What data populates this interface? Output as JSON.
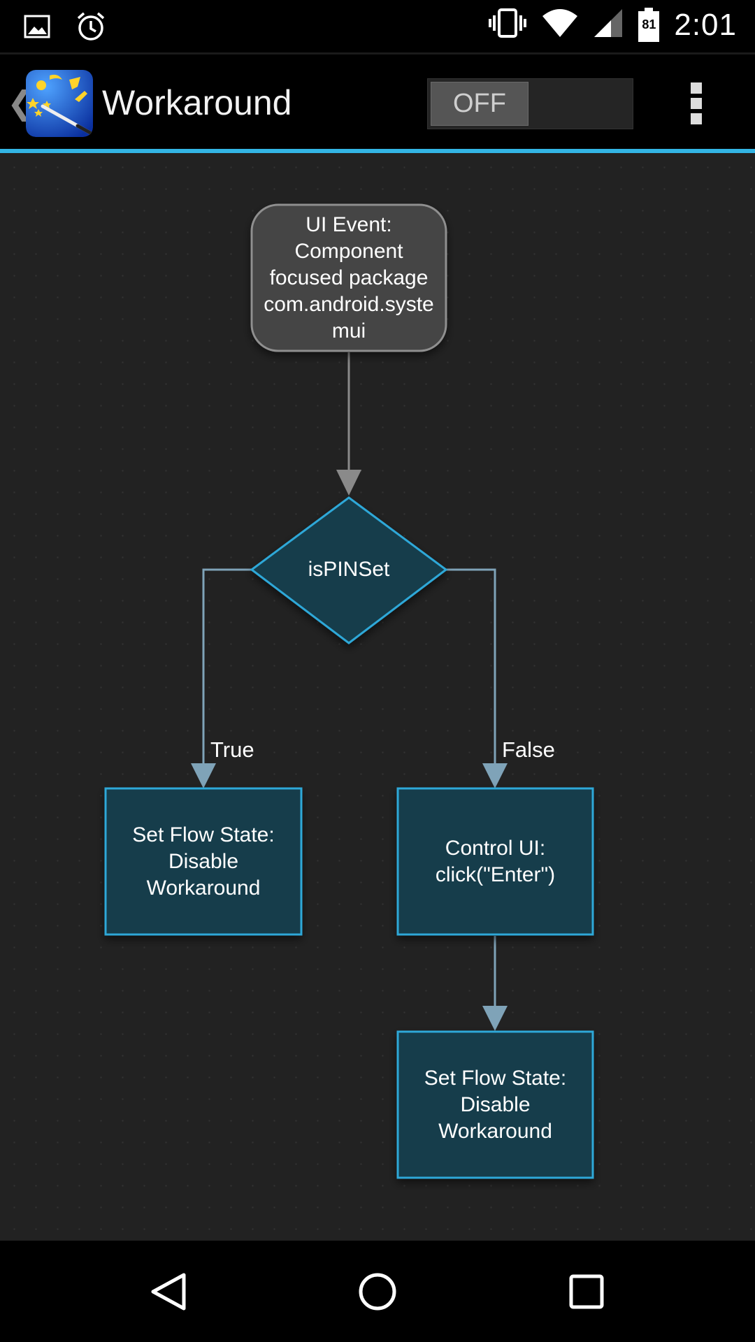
{
  "status_bar": {
    "time": "2:01",
    "battery_level": "81",
    "icons": [
      "image-icon",
      "alarm-icon",
      "vibrate-icon",
      "wifi-icon",
      "signal-icon",
      "battery-icon"
    ]
  },
  "action_bar": {
    "title": "Workaround",
    "toggle_label": "OFF",
    "accent_color": "#33b5e5"
  },
  "flow": {
    "trigger": {
      "line1": "UI Event:",
      "line2": "Component",
      "line3": "focused package",
      "line4": "com.android.syste",
      "line5": "mui"
    },
    "decision": {
      "label": "isPINSet"
    },
    "true_label": "True",
    "false_label": "False",
    "true_action": {
      "line1": "Set Flow State:",
      "line2": "Disable",
      "line3": "Workaround"
    },
    "false_action": {
      "line1": "Control UI:",
      "line2": "click(\"Enter\")"
    },
    "final_action": {
      "line1": "Set Flow State:",
      "line2": "Disable",
      "line3": "Workaround"
    },
    "node_fill": "#163c4b",
    "node_border": "#2fa8d8",
    "trigger_fill": "#444444"
  },
  "nav_bar": {
    "buttons": [
      "back-icon",
      "home-icon",
      "recents-icon"
    ]
  }
}
